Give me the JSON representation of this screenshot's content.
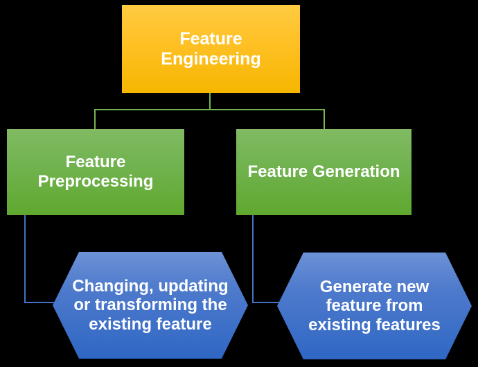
{
  "diagram": {
    "title": "Feature Engineering",
    "background": "#000000",
    "nodes": {
      "root": {
        "label": "Feature Engineering",
        "shape": "rectangle",
        "fill_top": "#FFCB42",
        "fill_bottom": "#F7B600",
        "text_color": "#FFFFFF"
      },
      "branch_left": {
        "label": "Feature Preprocessing",
        "shape": "rectangle",
        "fill_top": "#81BA63",
        "fill_bottom": "#5FA82F",
        "text_color": "#FFFFFF"
      },
      "branch_right": {
        "label": "Feature Generation",
        "shape": "rectangle",
        "fill_top": "#81BA63",
        "fill_bottom": "#5FA82F",
        "text_color": "#FFFFFF"
      },
      "detail_left": {
        "label": "Changing, updating or transforming the existing feature",
        "shape": "hexagon",
        "fill_top": "#6C92D6",
        "fill_bottom": "#2F67C4",
        "text_color": "#FFFFFF"
      },
      "detail_right": {
        "label": "Generate new feature from existing features",
        "shape": "hexagon",
        "fill_top": "#6C92D6",
        "fill_bottom": "#2F67C4",
        "text_color": "#FFFFFF"
      }
    },
    "connectors": {
      "root_to_branches_color": "#76B552",
      "branches_to_details_color": "#4472C4"
    }
  }
}
